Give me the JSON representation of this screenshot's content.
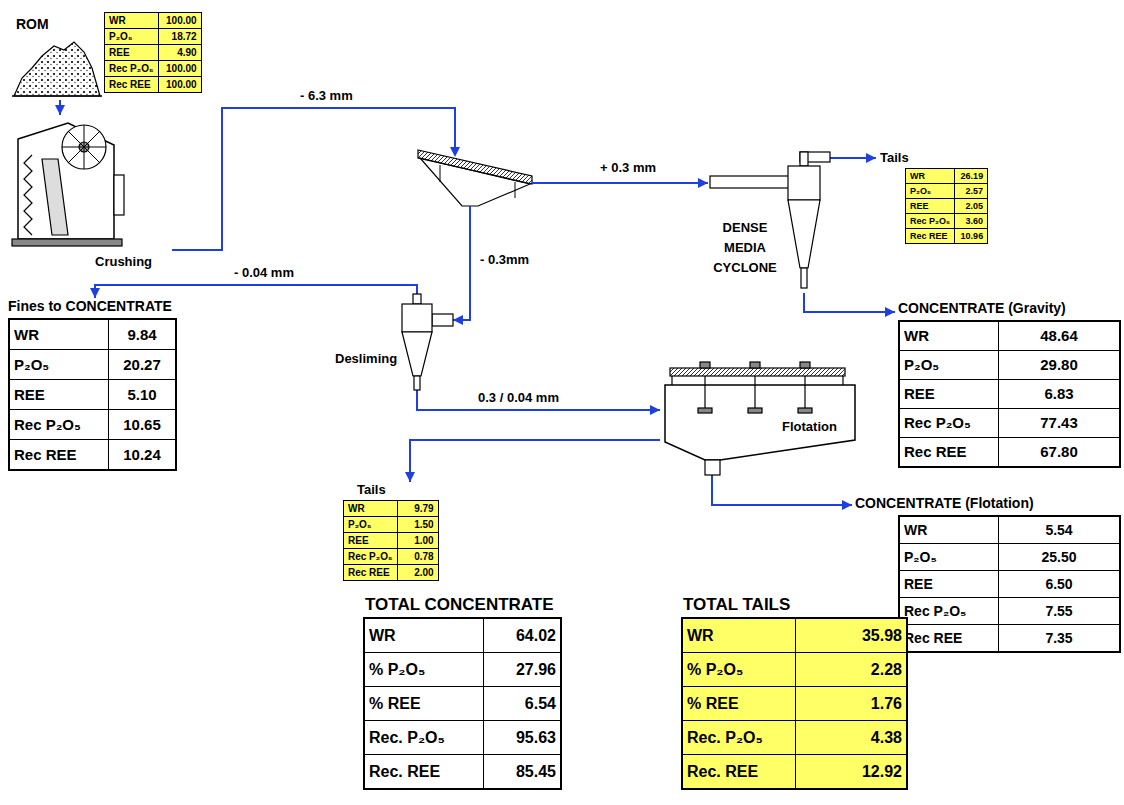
{
  "diagram": {
    "nodes": [
      {
        "text": [
          "ROM"
        ]
      },
      {
        "text": [
          "WR",
          "100.00",
          "P₂O₅",
          "18.72",
          "REE",
          "4.90",
          "Rec P₂O₅",
          "100.00",
          "Rec REE",
          "100.00"
        ]
      },
      {
        "text": [
          "Crushing"
        ]
      },
      {
        "text": [
          "DENSE MEDIA CYCLONE"
        ]
      },
      {
        "text": [
          "Tails",
          "WR",
          "26.19",
          "P₂O₅",
          "2.57",
          "REE",
          "2.05",
          "Rec P₂O₅",
          "3.60",
          "Rec REE",
          "10.96"
        ]
      },
      {
        "text": [
          "CONCENTRATE (Gravity)",
          "WR",
          "48.64",
          "P₂O₅",
          "29.80",
          "REE",
          "6.83",
          "Rec P₂O₅",
          "77.43",
          "Rec REE",
          "67.80"
        ]
      },
      {
        "text": [
          "Fines to CONCENTRATE",
          "WR",
          "9.84",
          "P₂O₅",
          "20.27",
          "REE",
          "5.10",
          "Rec P₂O₅",
          "10.65",
          "Rec REE",
          "10.24"
        ]
      },
      {
        "text": [
          "Desliming"
        ]
      },
      {
        "text": [
          "Flotation"
        ]
      },
      {
        "text": [
          "Tails",
          "WR",
          "9.79",
          "P₂O₅",
          "1.50",
          "REE",
          "1.00",
          "Rec P₂O₅",
          "0.78",
          "Rec REE",
          "2.00"
        ]
      },
      {
        "text": [
          "CONCENTRATE (Flotation)",
          "WR",
          "5.54",
          "P₂O₅",
          "25.50",
          "REE",
          "6.50",
          "Rec P₂O₅",
          "7.55",
          "Rec REE",
          "7.35"
        ]
      },
      {
        "text": [
          "TOTAL CONCENTRATE",
          "WR",
          "64.02",
          "% P₂O₅",
          "27.96",
          "% REE",
          "6.54",
          "Rec. P₂O₅",
          "95.63",
          "Rec. REE",
          "85.45"
        ]
      },
      {
        "text": [
          "TOTAL TAILS",
          "WR",
          "35.98",
          "% P₂O₅",
          "2.28",
          "% REE",
          "1.76",
          "Rec. P₂O₅",
          "4.38",
          "Rec. REE",
          "12.92"
        ]
      }
    ],
    "edges": [
      {
        "from": 0,
        "to": 2,
        "arrow": "to"
      },
      {
        "from": 2,
        "to": 3,
        "label": "+ 0.3 mm",
        "arrow": "to"
      },
      {
        "from": 2,
        "to": 7,
        "label": "- 0.3mm",
        "arrow": "to"
      },
      {
        "from": 3,
        "to": 4,
        "arrow": "to"
      },
      {
        "from": 3,
        "to": 5,
        "arrow": "to"
      },
      {
        "from": 7,
        "to": 6,
        "label": "- 0.04 mm",
        "arrow": "to"
      },
      {
        "from": 7,
        "to": 8,
        "label": "0.3 / 0.04 mm",
        "arrow": "to"
      },
      {
        "from": 8,
        "to": 9,
        "arrow": "to"
      },
      {
        "from": 8,
        "to": 10,
        "arrow": "to"
      }
    ],
    "labels": [
      "- 6.3 mm"
    ]
  }
}
